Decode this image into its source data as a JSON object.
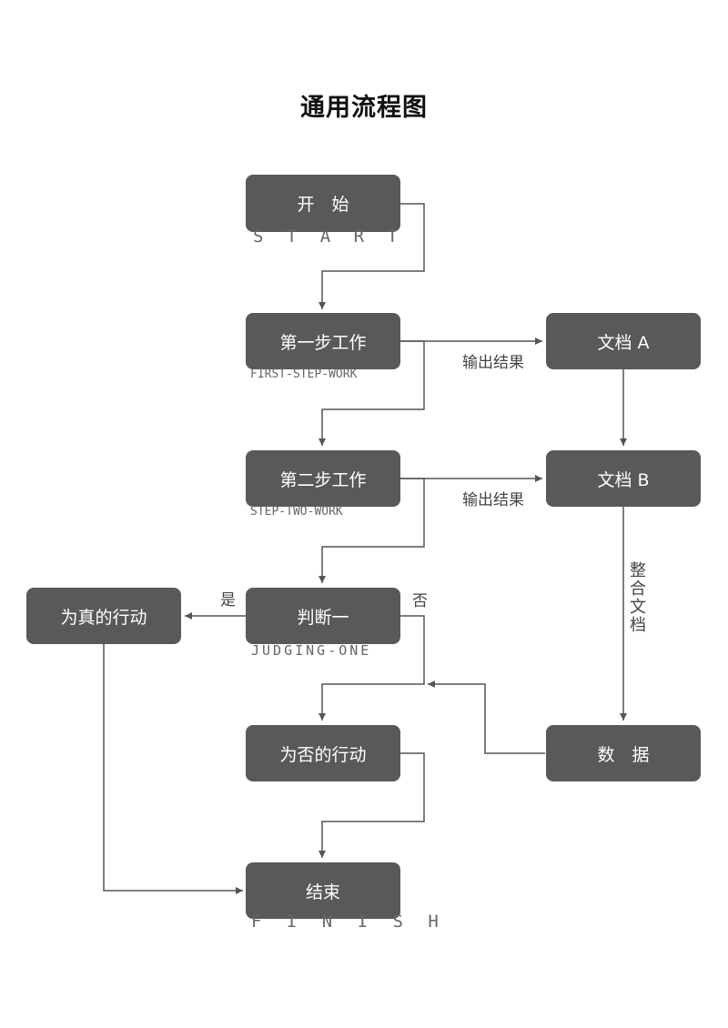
{
  "title": "通用流程图",
  "nodes": {
    "start": {
      "label": "开　始",
      "sub": "S T A R T"
    },
    "step1": {
      "label": "第一步工作",
      "sub": "FIRST-STEP-WORK"
    },
    "step2": {
      "label": "第二步工作",
      "sub": "STEP-TWO-WORK"
    },
    "judge": {
      "label": "判断一",
      "sub": "JUDGING-ONE"
    },
    "true_action": {
      "label": "为真的行动"
    },
    "false_action": {
      "label": "为否的行动"
    },
    "finish": {
      "label": "结束",
      "sub": "F I N I S H"
    },
    "doc_a": {
      "label": "文档 A"
    },
    "doc_b": {
      "label": "文档 B"
    },
    "data": {
      "label": "数　据"
    }
  },
  "edge_labels": {
    "output1": "输出结果",
    "output2": "输出结果",
    "yes": "是",
    "no": "否",
    "merge": "整合文档"
  }
}
